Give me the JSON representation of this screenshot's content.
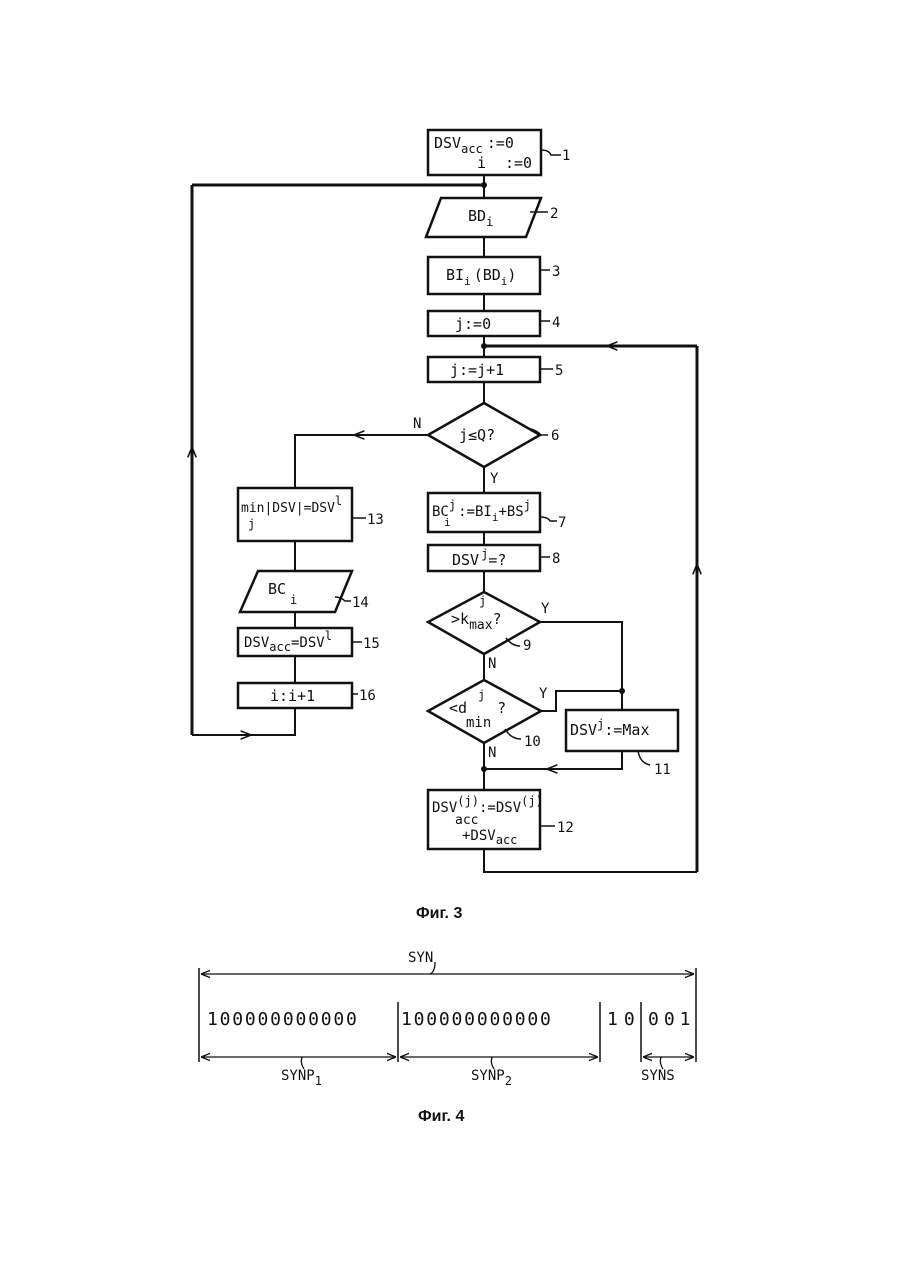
{
  "figure3": {
    "caption": "Фиг. 3",
    "b1": {
      "l1a": "DSV",
      "l1sub": "acc",
      "l1b": ":=0",
      "l2a": "i",
      "l2b": ":=0",
      "ref": "1"
    },
    "b2": {
      "a": "BD",
      "sub": "i",
      "ref": "2"
    },
    "b3": {
      "a": "BI",
      "s1": "i",
      "b": "(BD",
      "s2": "i",
      "c": ")",
      "ref": "3"
    },
    "b4": {
      "text": "j:=0",
      "ref": "4"
    },
    "b5": {
      "text": "j:=j+1",
      "ref": "5"
    },
    "d6": {
      "text": "j≤Q?",
      "ref": "6",
      "no": "N",
      "yes": "Y"
    },
    "b7": {
      "a": "BC",
      "sup1": "j",
      "sub1": "i",
      "b": ":=BI",
      "sub2": "i",
      "c": "+BS",
      "sup2": "j",
      "ref": "7"
    },
    "b8": {
      "a": "DSV",
      "sup": "j",
      "b": "=?",
      "ref": "8"
    },
    "d9": {
      "a": ">k",
      "sup": "j",
      "sub": "max",
      "b": "?",
      "ref": "9",
      "yes": "Y",
      "no": "N"
    },
    "d10": {
      "a": "<d",
      "sup": "j",
      "sub": "min",
      "b": "?",
      "ref": "10",
      "yes": "Y",
      "no": "N"
    },
    "b11": {
      "a": "DSV",
      "sup": "j",
      "b": ":=Max",
      "ref": "11"
    },
    "b12": {
      "a": "DSV",
      "sup1": "(j)",
      "sub1": "acc",
      "b": ":=DSV",
      "sup2": "(j)",
      "c": "+DSV",
      "sub3": "acc",
      "ref": "12"
    },
    "b13": {
      "a": "min|DSV|=DSV",
      "sup": "l",
      "sub": "j",
      "ref": "13"
    },
    "b14": {
      "a": "BC",
      "sub": "i",
      "ref": "14"
    },
    "b15": {
      "a": "DSV",
      "sub": "acc",
      "b": "=DSV",
      "sup": "l",
      "ref": "15"
    },
    "b16": {
      "text": "i:i+1",
      "ref": "16"
    }
  },
  "figure4": {
    "caption": "Фиг. 4",
    "syn": "SYN",
    "synp1": "SYNP",
    "synp1_sub": "1",
    "synp2": "SYNP",
    "synp2_sub": "2",
    "syns": "SYNS",
    "bits1": "100000000000",
    "bits2": "100000000000",
    "bits3a": "10",
    "bits3b": "001"
  }
}
